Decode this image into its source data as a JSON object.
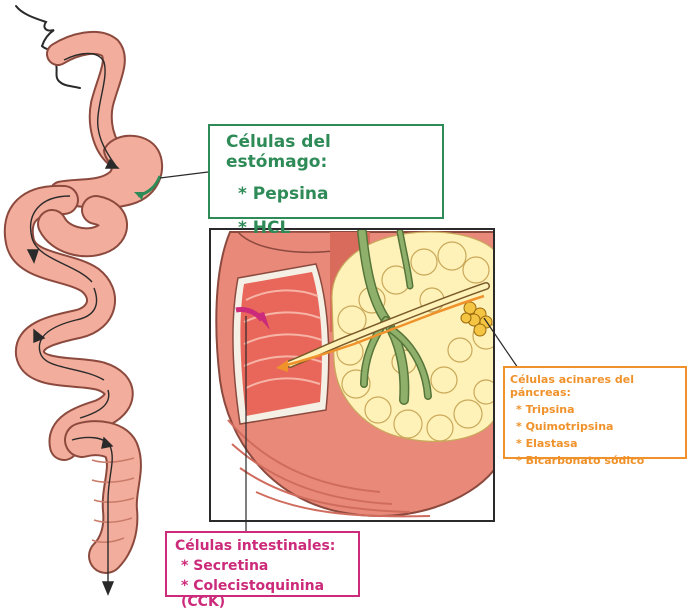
{
  "stomach_cells": {
    "title": "Células del estómago:",
    "items": [
      "* Pepsina",
      "* HCL"
    ],
    "color": "#2e8b57"
  },
  "pancreas_cells": {
    "title": "Células acinares del páncreas:",
    "items": [
      "* Tripsina",
      "* Quimotripsina",
      "* Elastasa",
      "* Bicarbonato sódico"
    ],
    "color": "#f0922b"
  },
  "intestinal_cells": {
    "title": "Células intestinales:",
    "items": [
      "* Secretina",
      "* Colecistoquinina (CCK)"
    ],
    "color": "#cc2a7a"
  },
  "colors": {
    "tract_fill": "#f2ad9c",
    "tract_outline": "#8c4a3e",
    "mucosa": "#e86a5e",
    "pancreas_fill": "#fff2b8",
    "vessel_green": "#7fa05a"
  }
}
